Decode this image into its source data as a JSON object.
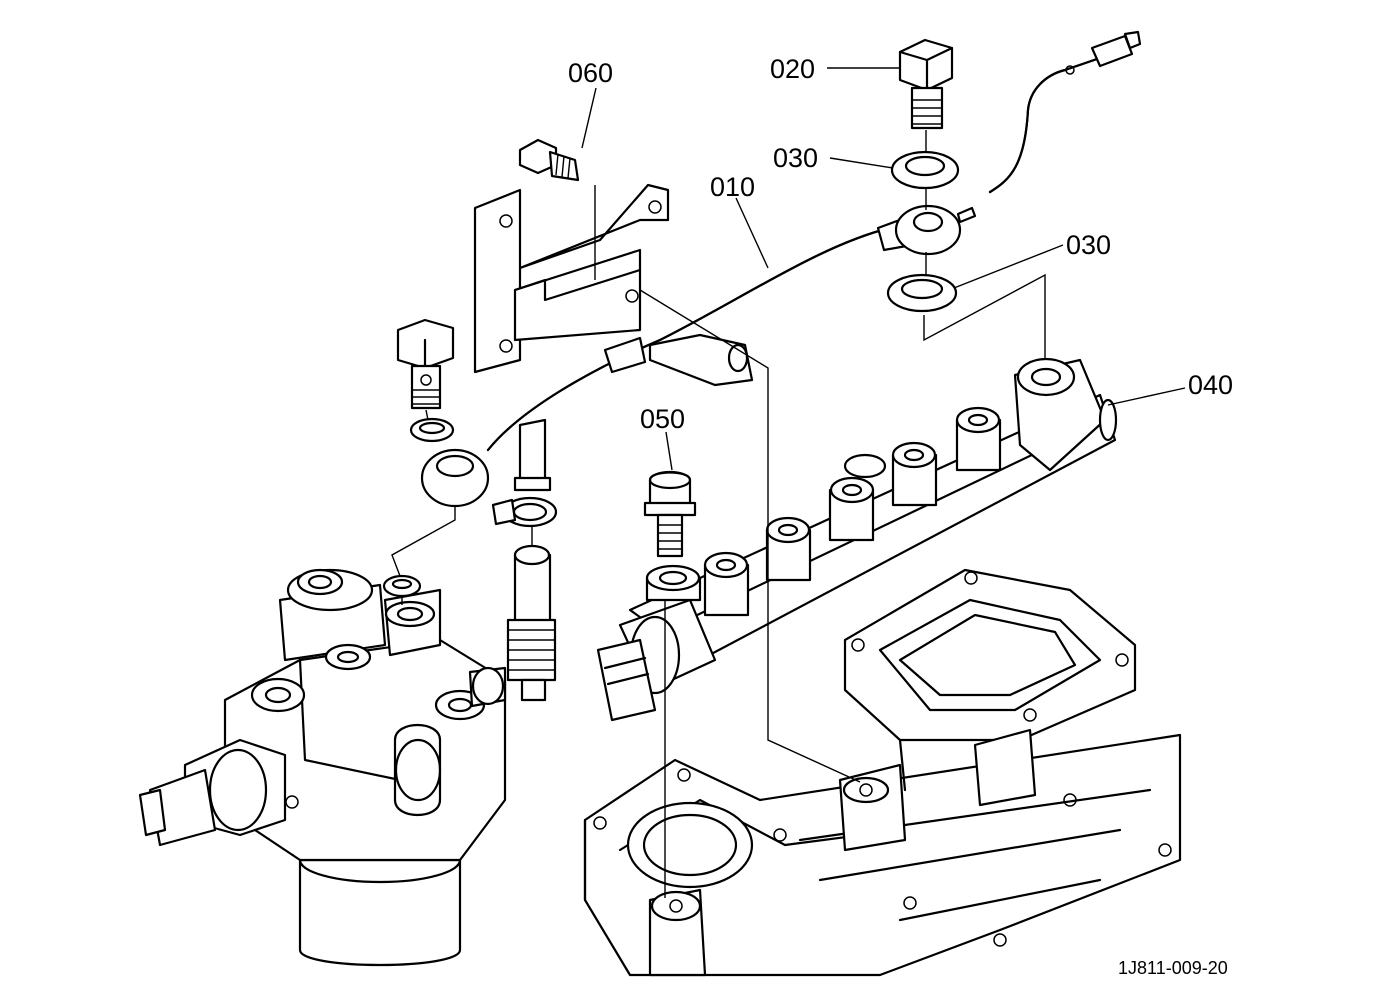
{
  "callouts": {
    "c010": "010",
    "c020": "020",
    "c030a": "030",
    "c030b": "030",
    "c040": "040",
    "c050": "050",
    "c060": "060"
  },
  "drawing_ref": "1J811-009-20"
}
